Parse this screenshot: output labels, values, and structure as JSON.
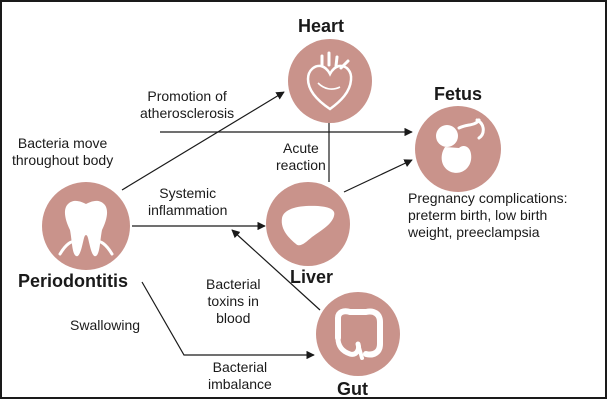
{
  "nodes": {
    "heart": "Heart",
    "fetus": "Fetus",
    "liver": "Liver",
    "gut": "Gut",
    "periodontitis": "Periodontitis"
  },
  "icons": {
    "heart": "heart-icon",
    "fetus": "fetus-icon",
    "liver": "liver-icon",
    "gut": "gut-icon",
    "periodontitis": "tooth-icon"
  },
  "labels": {
    "promotion": [
      "Promotion of",
      "atherosclerosis"
    ],
    "bacteria_move": [
      "Bacteria move",
      "throughout body"
    ],
    "acute": [
      "Acute",
      "reaction"
    ],
    "systemic": [
      "Systemic",
      "inflammation"
    ],
    "toxins": [
      "Bacterial",
      "toxins in",
      "blood"
    ],
    "swallowing": [
      "Swallowing"
    ],
    "imbalance": [
      "Bacterial",
      "imbalance"
    ],
    "pregnancy": [
      "Pregnancy complications:",
      "preterm birth, low birth",
      "weight, preeclampsia"
    ]
  },
  "colors": {
    "circle_fill": "#c9938b",
    "icon_fill": "#ffffff",
    "arrow": "#1a1a1a"
  }
}
